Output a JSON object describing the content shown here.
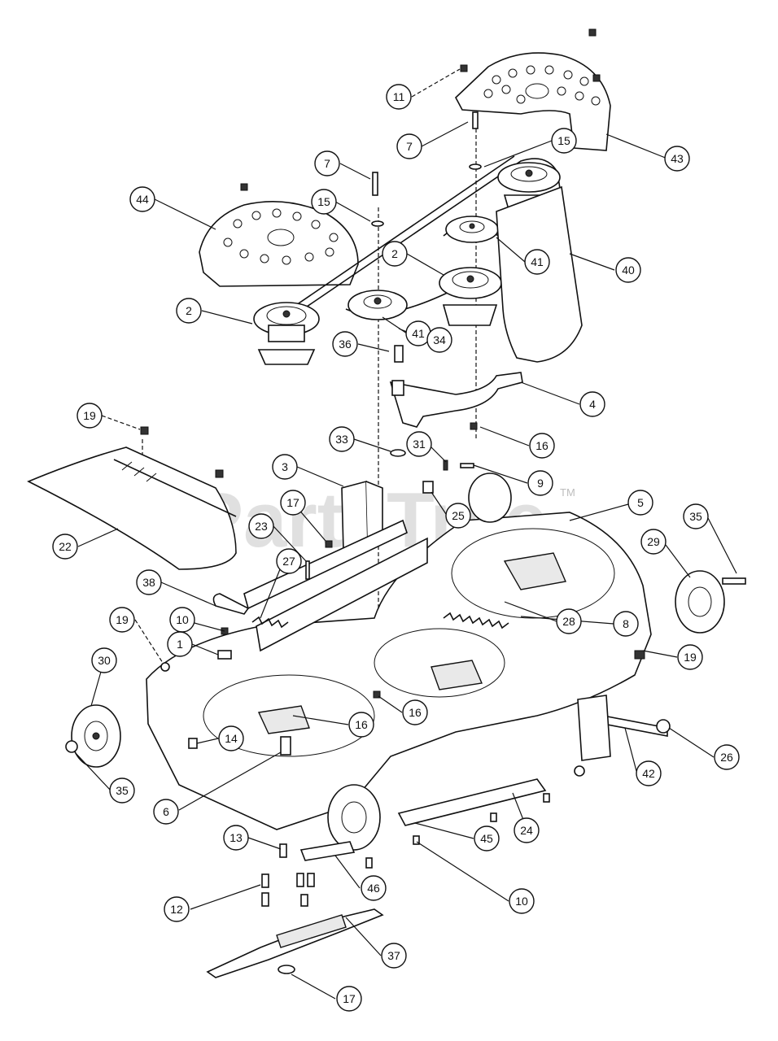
{
  "watermark": {
    "text": "PartsTree",
    "trademark": "TM"
  },
  "callouts": [
    {
      "label": "11"
    },
    {
      "label": "43"
    },
    {
      "label": "7"
    },
    {
      "label": "15"
    },
    {
      "label": "7"
    },
    {
      "label": "15"
    },
    {
      "label": "44"
    },
    {
      "label": "2"
    },
    {
      "label": "41"
    },
    {
      "label": "40"
    },
    {
      "label": "2"
    },
    {
      "label": "41"
    },
    {
      "label": "36"
    },
    {
      "label": "34"
    },
    {
      "label": "4"
    },
    {
      "label": "19"
    },
    {
      "label": "16"
    },
    {
      "label": "33"
    },
    {
      "label": "31"
    },
    {
      "label": "3"
    },
    {
      "label": "9"
    },
    {
      "label": "17"
    },
    {
      "label": "25"
    },
    {
      "label": "5"
    },
    {
      "label": "35"
    },
    {
      "label": "23"
    },
    {
      "label": "22"
    },
    {
      "label": "29"
    },
    {
      "label": "27"
    },
    {
      "label": "38"
    },
    {
      "label": "8"
    },
    {
      "label": "28"
    },
    {
      "label": "19"
    },
    {
      "label": "10"
    },
    {
      "label": "19"
    },
    {
      "label": "1"
    },
    {
      "label": "30"
    },
    {
      "label": "16"
    },
    {
      "label": "16"
    },
    {
      "label": "14"
    },
    {
      "label": "26"
    },
    {
      "label": "42"
    },
    {
      "label": "35"
    },
    {
      "label": "6"
    },
    {
      "label": "24"
    },
    {
      "label": "45"
    },
    {
      "label": "13"
    },
    {
      "label": "46"
    },
    {
      "label": "10"
    },
    {
      "label": "12"
    },
    {
      "label": "37"
    },
    {
      "label": "17"
    }
  ]
}
